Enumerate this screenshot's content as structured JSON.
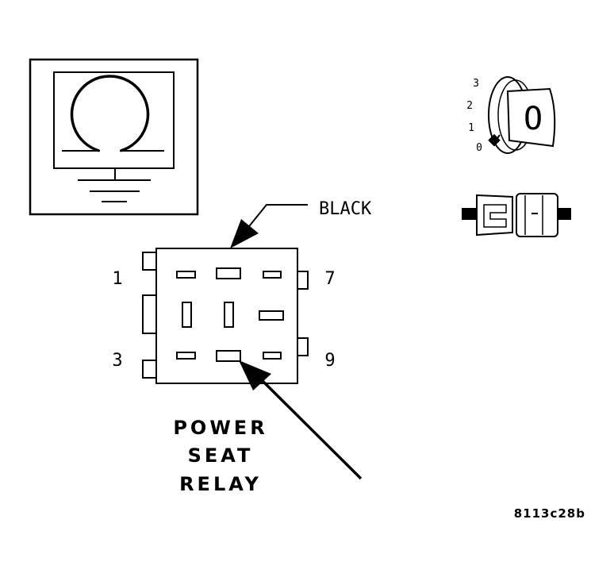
{
  "wire_color_label": "BLACK",
  "pin_labels": {
    "top_left": "1",
    "bottom_left": "3",
    "top_right": "7",
    "bottom_right": "9"
  },
  "ignition_positions": [
    "3",
    "2",
    "1",
    "0"
  ],
  "key_letter": "O",
  "component_title": [
    "POWER",
    "SEAT",
    "RELAY"
  ],
  "figure_id": "8113c28b",
  "icons": {
    "meter": "ohmmeter-icon",
    "ground": "ground-symbol-icon",
    "ignition": "ignition-key-icon",
    "connector": "disconnected-connector-icon"
  }
}
